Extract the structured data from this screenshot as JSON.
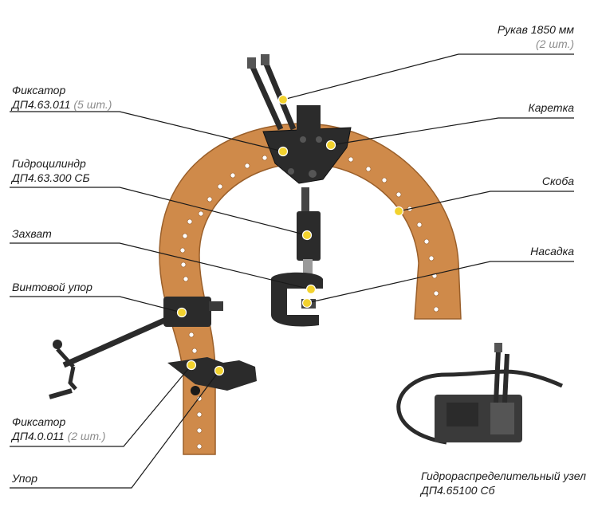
{
  "colors": {
    "bracket": "#cf8a4a",
    "bracket_edge": "#9a5f2a",
    "steel": "#2b2b2b",
    "leader": "#1a1a1a",
    "marker": "#f2d22e",
    "note": "#8c8c8c"
  },
  "labels": {
    "rukav": {
      "line1": "Рукав 1850 мм",
      "note": "(2 шт.)"
    },
    "karetka": {
      "line1": "Каретка"
    },
    "skoba": {
      "line1": "Скоба"
    },
    "nasadka": {
      "line1": "Насадка"
    },
    "fiksator_top": {
      "line1": "Фиксатор",
      "line2": "ДП4.63.011",
      "note": "(5 шт.)"
    },
    "gidrocilindr": {
      "line1": "Гидроцилиндр",
      "line2": "ДП4.63.300 СБ"
    },
    "zahvat": {
      "line1": "Захват"
    },
    "vintovoy": {
      "line1": "Винтовой упор"
    },
    "fiksator_bottom": {
      "line1": "Фиксатор",
      "line2": "ДП4.0.011",
      "note": "(2 шт.)"
    },
    "upor": {
      "line1": "Упор"
    },
    "gidroraspred": {
      "line1": "Гидрораспределительный узел",
      "line2": "ДП4.65100 Сб"
    }
  }
}
